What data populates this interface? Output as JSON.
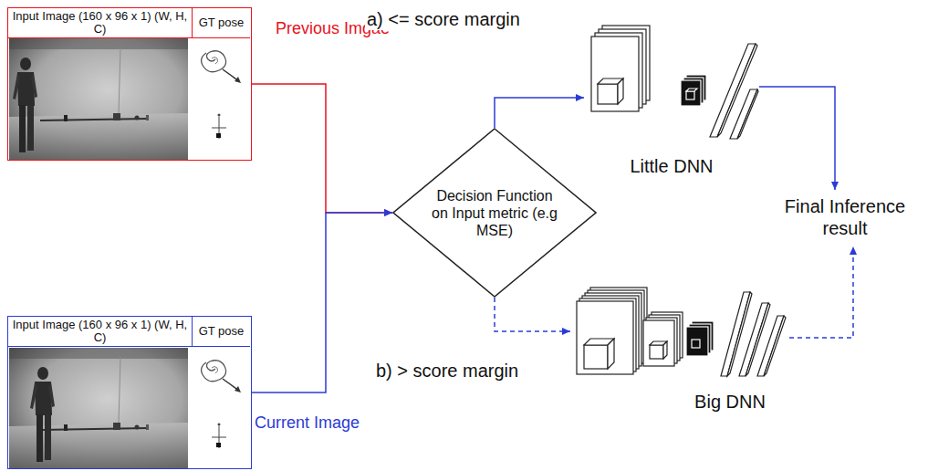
{
  "diagram": {
    "nodes": [
      {
        "text": [
          "Previous Imgae"
        ]
      },
      {
        "text": [
          "Input Image (160 x 96 x 1) (W, H, C)"
        ],
        "in": 0
      },
      {
        "text": [
          "GT pose"
        ],
        "in": 0
      },
      {
        "text": [
          "Current Image"
        ]
      },
      {
        "text": [
          "Input Image (160 x 96 x 1) (W, H, C)"
        ],
        "in": 3
      },
      {
        "text": [
          "GT pose"
        ],
        "in": 3
      },
      {
        "text": [
          "Decision Function on Input metric (e.g MSE)"
        ]
      },
      {
        "text": [
          "Little DNN"
        ]
      },
      {
        "text": [
          "Big DNN"
        ]
      },
      {
        "text": [
          "Final Inference result"
        ]
      }
    ],
    "edges": [
      {
        "from": 0,
        "to": 6,
        "arrow": "to"
      },
      {
        "from": 3,
        "to": 6,
        "arrow": "to"
      },
      {
        "from": 6,
        "to": 7,
        "label": "a) <= score margin",
        "arrow": "to"
      },
      {
        "from": 6,
        "to": 8,
        "label": "b) > score margin",
        "arrow": "to"
      },
      {
        "from": 7,
        "to": 9,
        "arrow": "to"
      },
      {
        "from": 8,
        "to": 9,
        "arrow": "to"
      }
    ]
  }
}
